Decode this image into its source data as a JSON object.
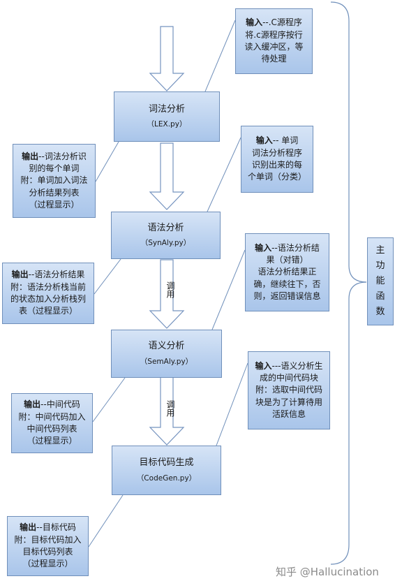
{
  "stages": [
    {
      "name": "词法分析",
      "file": "（LEX.py）"
    },
    {
      "name": "语法分析",
      "file": "（SynAly.py）"
    },
    {
      "name": "语义分析",
      "file": "（SemAly.py）"
    },
    {
      "name": "目标代码生成",
      "file": "（CodeGen.py）"
    }
  ],
  "inputs": [
    {
      "label": "输入",
      "lines": [
        "--.C源程序",
        "将.c源程序按行",
        "读入缓冲区，等",
        "待处理"
      ]
    },
    {
      "label": "输入",
      "lines": [
        "-- 单词",
        "词法分析程序",
        "识别出来的每",
        "个单词（分类）"
      ]
    },
    {
      "label": "输入",
      "lines": [
        "--语法分析结",
        "果（对错）",
        "语法分析结果正",
        "确，继续往下，否",
        "则，返回错误信息"
      ]
    },
    {
      "label": "输入",
      "lines": [
        "---语义分析生",
        "成的中间代码块",
        "附：选取中间代码",
        "块是为了计算待用",
        "活跃信息"
      ]
    }
  ],
  "outputs": [
    {
      "label": "输出",
      "lines": [
        "--词法分析识",
        "别的每个单词",
        "附：单词加入词法",
        "分析结果列表",
        "（过程显示）"
      ]
    },
    {
      "label": "输出",
      "lines": [
        "--语法分析结果",
        "附：语法分析栈当前",
        "的状态加入分析栈列",
        "表（过程显示）"
      ]
    },
    {
      "label": "输出",
      "lines": [
        "--中间代码",
        "附：中间代码加入",
        "中间代码列表",
        "（过程显示）"
      ]
    },
    {
      "label": "输出",
      "lines": [
        "--目标代码",
        "附：目标代码加入",
        "目标代码列表",
        "（过程显示）"
      ]
    }
  ],
  "call_labels": [
    "调用",
    "调用"
  ],
  "main_function": [
    "主",
    "功",
    "能",
    "函",
    "数"
  ],
  "watermark": "知乎 @Hallucination"
}
